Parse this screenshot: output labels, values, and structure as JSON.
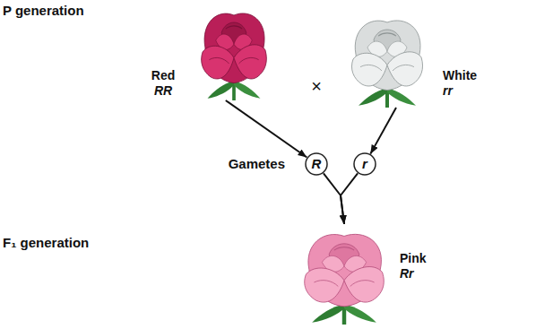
{
  "diagram": {
    "nodes": [
      {
        "text": [
          "Red",
          "RR"
        ]
      },
      {
        "text": [
          "White",
          "rr"
        ]
      },
      {
        "text": [
          "R"
        ]
      },
      {
        "text": [
          "r"
        ]
      },
      {
        "text": [
          "Pink",
          "Rr"
        ]
      }
    ],
    "edges": [
      {
        "from": 0,
        "to": 2,
        "arrow": "to"
      },
      {
        "from": 1,
        "to": 3,
        "arrow": "to"
      },
      {
        "from": 2,
        "to": 4,
        "arrow": "to"
      },
      {
        "from": 3,
        "to": 4,
        "arrow": "to"
      }
    ],
    "labels": [
      "P generation",
      "×",
      "Gametes",
      "F₁ generation"
    ]
  }
}
